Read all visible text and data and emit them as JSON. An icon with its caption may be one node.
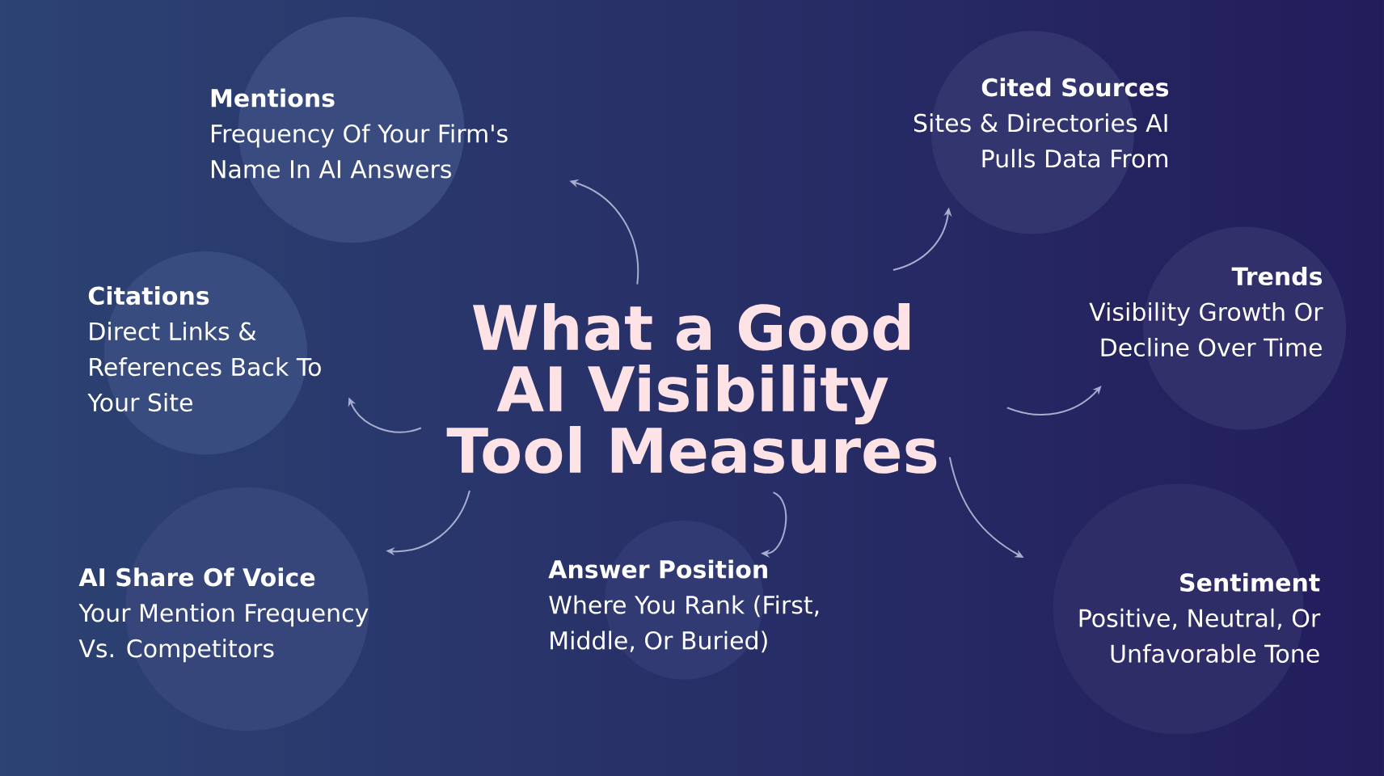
{
  "diagram": {
    "nodes": [
      {
        "text": [
          "What a Good AI Visibility Tool Measures"
        ]
      },
      {
        "text": [
          "Mentions",
          "Frequency Of Your Firm's Name In AI Answers"
        ]
      },
      {
        "text": [
          "Cited Sources",
          "Sites & Directories AI Pulls Data From"
        ]
      },
      {
        "text": [
          "Citations",
          "Direct Links & References Back To Your Site"
        ]
      },
      {
        "text": [
          "Trends",
          "Visibility Growth Or Decline Over Time"
        ]
      },
      {
        "text": [
          "AI Share Of Voice",
          "Your Mention Frequency Vs. Competitors"
        ]
      },
      {
        "text": [
          "Answer Position",
          "Where You Rank (First, Middle, Or Buried)"
        ]
      },
      {
        "text": [
          "Sentiment",
          "Positive, Neutral, Or Unfavorable Tone"
        ]
      }
    ],
    "edges": [
      {
        "from": 0,
        "to": 1,
        "arrow": "to"
      },
      {
        "from": 0,
        "to": 2,
        "arrow": "to"
      },
      {
        "from": 0,
        "to": 3,
        "arrow": "to"
      },
      {
        "from": 0,
        "to": 4,
        "arrow": "to"
      },
      {
        "from": 0,
        "to": 5,
        "arrow": "to"
      },
      {
        "from": 0,
        "to": 6,
        "arrow": "to"
      },
      {
        "from": 0,
        "to": 7,
        "arrow": "to"
      }
    ]
  }
}
